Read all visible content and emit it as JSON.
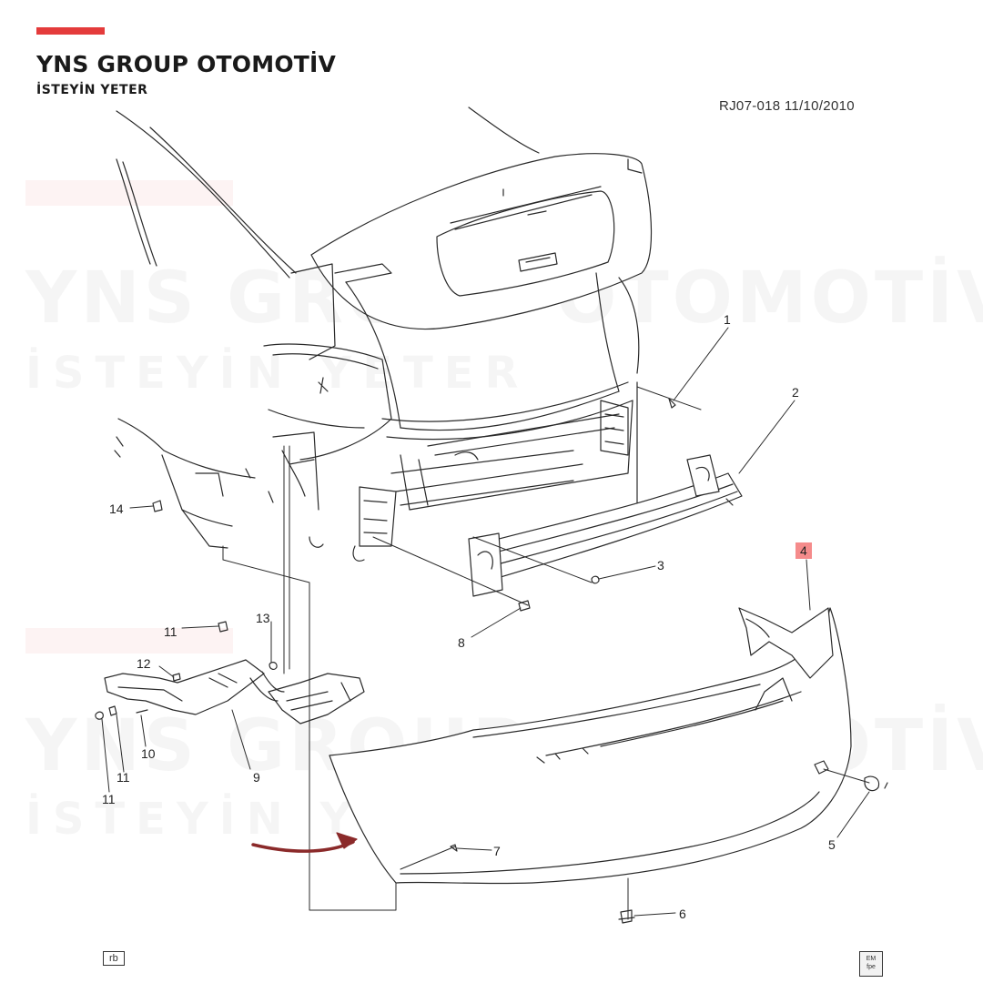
{
  "brand": {
    "title": "YNS GROUP OTOMOTİV",
    "subtitle": "İSTEYİN YETER",
    "accent_color": "#e43b3b"
  },
  "drawing": {
    "code": "RJ07-018  11/10/2010"
  },
  "watermark": {
    "line1": "YNS GROUP OTOMOTİV",
    "line2": "İSTEYİN YETER"
  },
  "callouts": [
    {
      "id": "1",
      "label": "1"
    },
    {
      "id": "2",
      "label": "2"
    },
    {
      "id": "3",
      "label": "3"
    },
    {
      "id": "4",
      "label": "4",
      "highlighted": true
    },
    {
      "id": "5",
      "label": "5"
    },
    {
      "id": "6",
      "label": "6"
    },
    {
      "id": "7",
      "label": "7"
    },
    {
      "id": "8",
      "label": "8"
    },
    {
      "id": "9",
      "label": "9"
    },
    {
      "id": "10",
      "label": "10"
    },
    {
      "id": "11a",
      "label": "11"
    },
    {
      "id": "11b",
      "label": "11"
    },
    {
      "id": "11c",
      "label": "11"
    },
    {
      "id": "12",
      "label": "12"
    },
    {
      "id": "13",
      "label": "13"
    },
    {
      "id": "14",
      "label": "14"
    }
  ],
  "footer": {
    "left_box": "rb",
    "right_box_line1": "EM",
    "right_box_line2": "fpe"
  },
  "colors": {
    "line": "#2a2a2a",
    "highlight": "#f58b8b",
    "arrow": "#8b2a2a"
  }
}
